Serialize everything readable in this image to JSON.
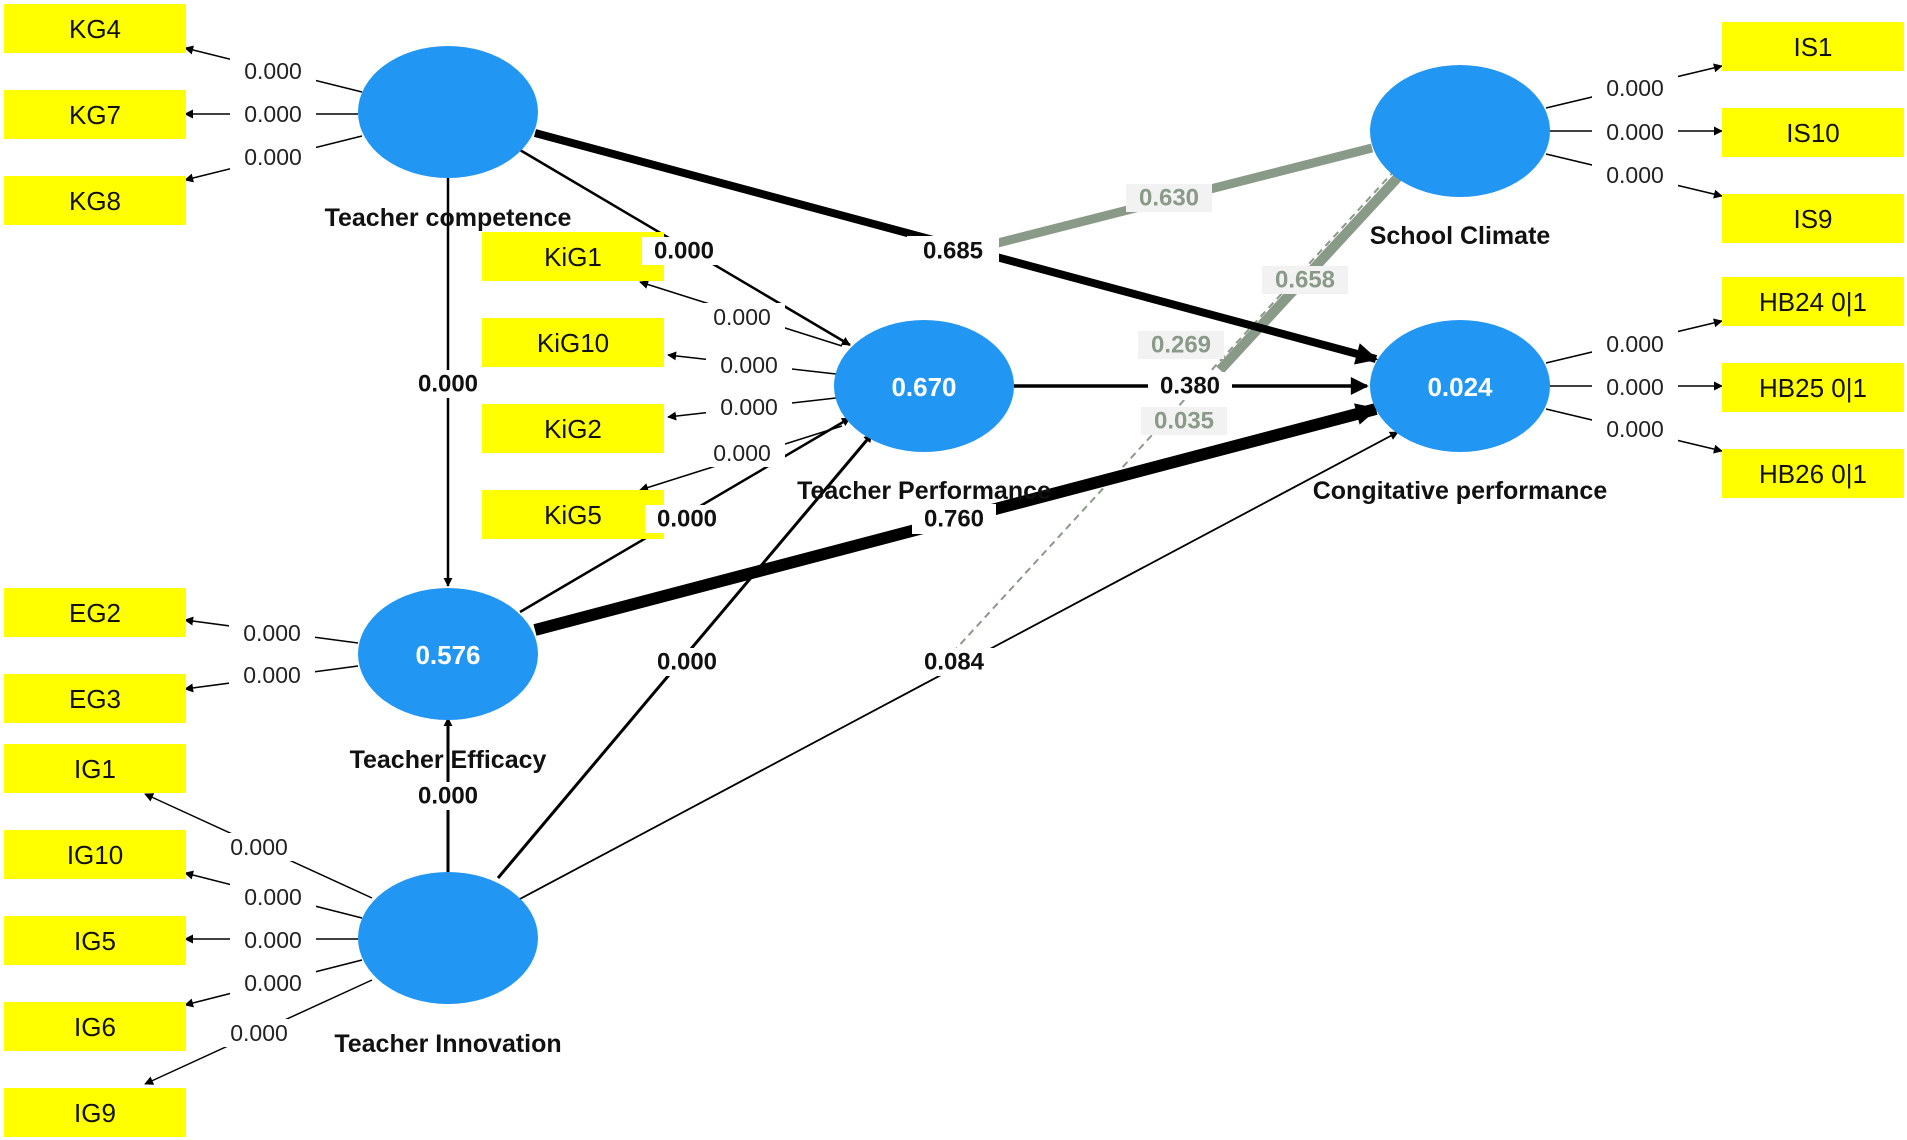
{
  "latent_variables": {
    "teacher_competence": {
      "name": "Teacher competence",
      "value": ""
    },
    "teacher_efficacy": {
      "name": "Teacher Efficacy",
      "value": "0.576"
    },
    "teacher_innovation": {
      "name": "Teacher Innovation",
      "value": ""
    },
    "teacher_performance": {
      "name": "Teacher Performance",
      "value": "0.670"
    },
    "school_climate": {
      "name": "School Climate",
      "value": ""
    },
    "cognitive_performance": {
      "name": "Congitative performance",
      "value": "0.024"
    }
  },
  "indicators": {
    "KG4": "KG4",
    "KG7": "KG7",
    "KG8": "KG8",
    "KiG1": "KiG1",
    "KiG10": "KiG10",
    "KiG2": "KiG2",
    "KiG5": "KiG5",
    "EG2": "EG2",
    "EG3": "EG3",
    "IG1": "IG1",
    "IG10": "IG10",
    "IG5": "IG5",
    "IG6": "IG6",
    "IG9": "IG9",
    "IS1": "IS1",
    "IS10": "IS10",
    "IS9": "IS9",
    "HB24": "HB24  0|1",
    "HB25": "HB25  0|1",
    "HB26": "HB26  0|1"
  },
  "loadings": {
    "KG4": "0.000",
    "KG7": "0.000",
    "KG8": "0.000",
    "KiG1": "0.000",
    "KiG10": "0.000",
    "KiG2": "0.000",
    "KiG5": "0.000",
    "EG2": "0.000",
    "EG3": "0.000",
    "IG1": "0.000",
    "IG10": "0.000",
    "IG5": "0.000",
    "IG6": "0.000",
    "IG9": "0.000",
    "IS1": "0.000",
    "IS10": "0.000",
    "IS9": "0.000",
    "HB24": "0.000",
    "HB25": "0.000",
    "HB26": "0.000"
  },
  "paths": {
    "competence_to_performance": "0.000",
    "competence_to_efficacy": "0.000",
    "competence_to_cognitive": "0.685",
    "performance_to_cognitive": "0.380",
    "efficacy_to_performance": "0.000",
    "efficacy_to_cognitive": "0.760",
    "innovation_to_efficacy": "0.000",
    "innovation_to_performance": "0.000",
    "innovation_to_cognitive": "0.084",
    "climate_moderator_a": "0.630",
    "climate_moderator_b": "0.658",
    "climate_moderator_c": "0.269",
    "climate_moderator_d": "0.035"
  },
  "colors": {
    "indicator_fill": "#ffff00",
    "construct_fill": "#2196f3",
    "path_line": "#000000",
    "moderator_line": "#8a9a88"
  }
}
